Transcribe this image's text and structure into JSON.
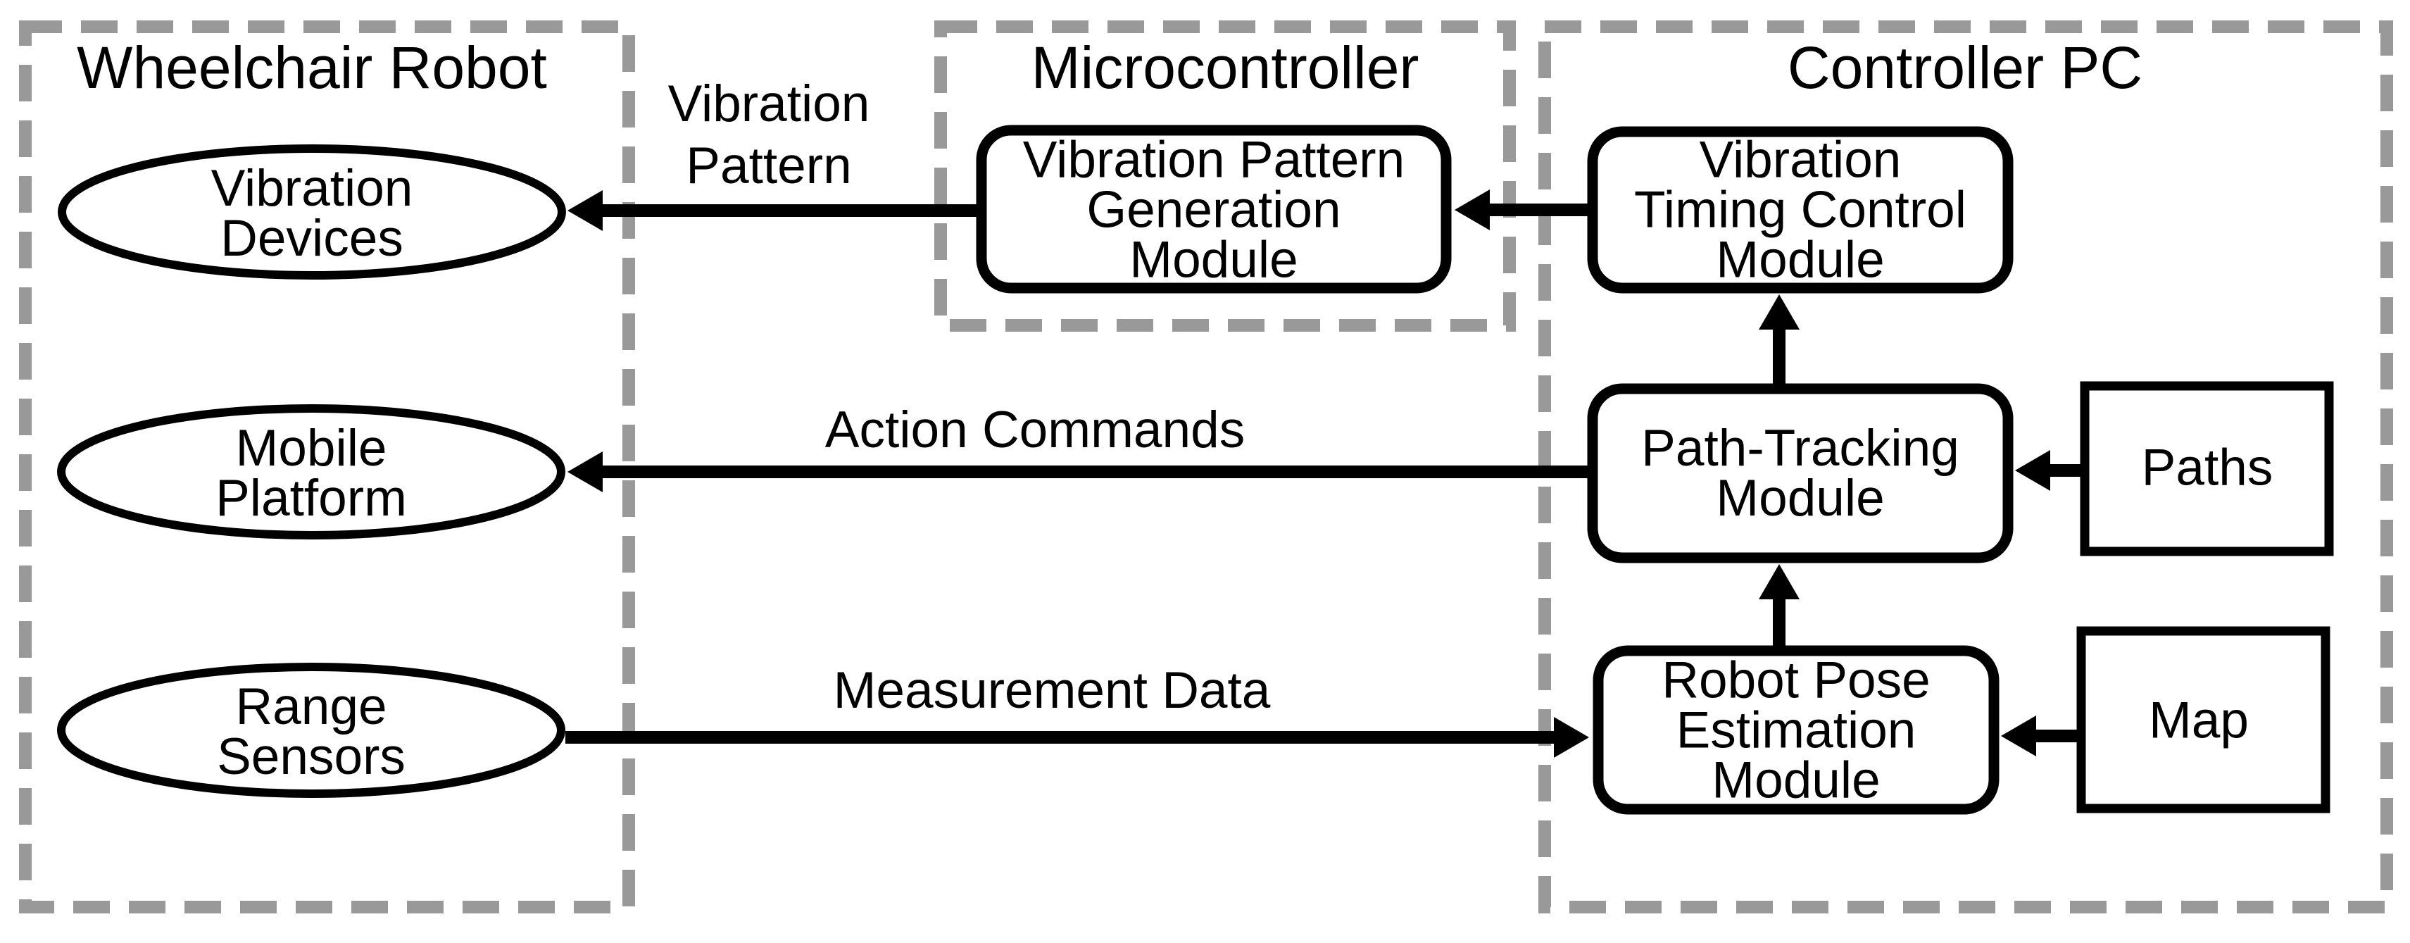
{
  "figure": {
    "containers": {
      "wheelchair_robot": "Wheelchair Robot",
      "microcontroller": "Microcontroller",
      "controller_pc": "Controller PC"
    },
    "nodes": {
      "vibration_devices": "Vibration\nDevices",
      "mobile_platform": "Mobile\nPlatform",
      "range_sensors": "Range\nSensors",
      "vibration_pattern_generation_module": "Vibration Pattern\nGeneration\nModule",
      "vibration_timing_control_module": "Vibration\nTiming Control\nModule",
      "path_tracking_module": "Path-Tracking\nModule",
      "robot_pose_estimation_module": "Robot Pose\nEstimation\nModule",
      "paths": "Paths",
      "map": "Map"
    },
    "edge_labels": {
      "vibration_pattern": "Vibration\nPattern",
      "action_commands": "Action Commands",
      "measurement_data": "Measurement Data"
    },
    "colors": {
      "line": "#000000",
      "container_dash": "#999999",
      "background": "#ffffff"
    }
  }
}
